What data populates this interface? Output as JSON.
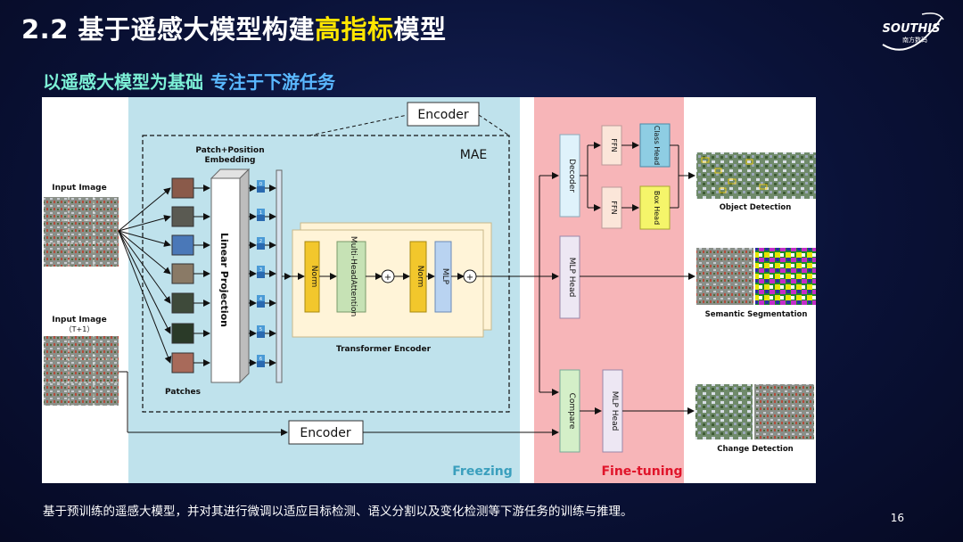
{
  "header": {
    "title_prefix": "2.2 基于遥感大模型构建",
    "title_highlight": "高指标",
    "title_suffix": "模型",
    "logo_text": "SOUTHIS",
    "logo_subtext": "南方数码"
  },
  "subtitle": {
    "part1": "以遥感大模型为基础",
    "part2": "专注于下游任务"
  },
  "diagram": {
    "encoder_top": "Encoder",
    "mae": "MAE",
    "patch_pos": "Patch+Position",
    "embedding": "Embedding",
    "input_image_1": "Input Image",
    "input_image_2": "Input Image",
    "input_image_2_sub": "（T+1）",
    "linear_projection": "Linear Projection",
    "patches": "Patches",
    "norm1": "Norm",
    "mha": "Multi-HeadAttention",
    "norm2": "Norm",
    "mlp": "MLP",
    "transformer_encoder": "Transformer Encoder",
    "encoder_bottom": "Encoder",
    "freezing": "Freezing",
    "fine_tuning": "Fine-tuning",
    "decoder": "Decoder",
    "ffn1": "FFN",
    "ffn2": "FFN",
    "class_head": "Class Head",
    "box_head": "Box Head",
    "mlp_head1": "MLP Head",
    "compare": "Compare",
    "mlp_head2": "MLP Head",
    "object_detection": "Object Detection",
    "semantic_segmentation": "Semantic Segmentation",
    "change_detection": "Change Detection",
    "token_numbers": [
      "0",
      "1",
      "2",
      "3",
      "4",
      "5",
      "6"
    ]
  },
  "footer": {
    "caption": "基于预训练的遥感大模型，并对其进行微调以适应目标检测、语义分割以及变化检测等下游任务的训练与推理。",
    "page_number": "16"
  },
  "colors": {
    "freezing_bg": "#bfe2ec",
    "finetune_bg": "#f7b5b8",
    "norm": "#f2c72c",
    "mha": "#c6e2b5",
    "mlp": "#b9d3f1",
    "decoder": "#dff2fb",
    "ffn": "#fbe6d9",
    "class_head": "#8ecde3",
    "box_head": "#f5f56a",
    "head": "#ede7f3",
    "compare": "#d4efc8",
    "title_highlight": "#ffe600"
  }
}
